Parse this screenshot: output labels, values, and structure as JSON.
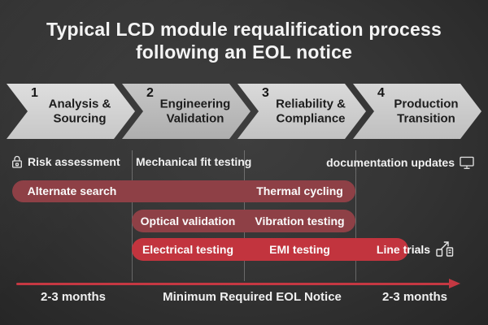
{
  "title": "Typical LCD module requalification process following an EOL notice",
  "colors": {
    "background": "#333333",
    "chevron_fill": "#d2d2d2",
    "pill_maroon": "#8e4046",
    "pill_red": "#c2343e",
    "arrow_red": "#c53842",
    "text_light": "#f0f0f0",
    "text_dark": "#1d1d1d"
  },
  "steps": [
    {
      "number": "1",
      "label": "Analysis & Sourcing"
    },
    {
      "number": "2",
      "label": "Engineering Validation"
    },
    {
      "number": "3",
      "label": "Reliability & Compliance"
    },
    {
      "number": "4",
      "label": "Production Transition"
    }
  ],
  "annotations": {
    "risk": {
      "label": "Risk assessment",
      "icon": "lock-icon"
    },
    "mechanical": {
      "label": "Mechanical fit testing"
    },
    "documentation": {
      "label": "documentation updates",
      "icon": "monitor-icon"
    },
    "line_trials": {
      "label": "Line trials",
      "icon": "growth-icon"
    }
  },
  "tasks": {
    "alternate_search": "Alternate search",
    "thermal_cycling": "Thermal cycling",
    "optical_validation": "Optical validation",
    "vibration_testing": "Vibration testing",
    "electrical_testing": "Electrical testing",
    "emi_testing": "EMI testing"
  },
  "timeline": {
    "left_duration": "2-3 months",
    "center_label": "Minimum Required EOL Notice",
    "right_duration": "2-3 months"
  }
}
